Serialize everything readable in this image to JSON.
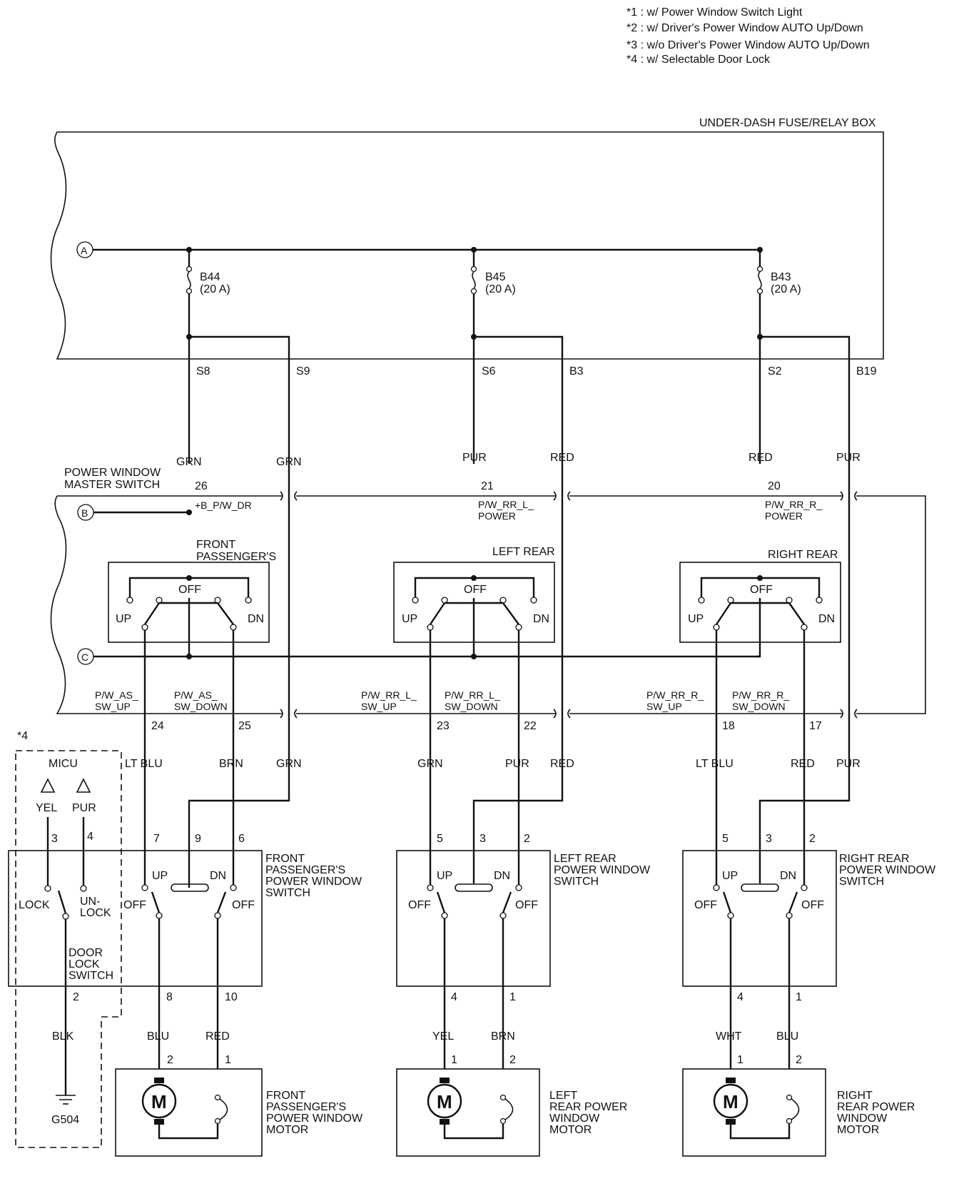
{
  "notes": [
    "*1 : w/ Power Window Switch Light",
    "*2 : w/ Driver's Power Window AUTO Up/Down",
    "*3 : w/o Driver's Power Window AUTO Up/Down",
    "*4 : w/ Selectable Door Lock"
  ],
  "fuse_box": {
    "title": "UNDER-DASH FUSE/RELAY BOX",
    "connector_a": "A",
    "fuses": [
      {
        "id": "B44",
        "rating": "(20 A)"
      },
      {
        "id": "B45",
        "rating": "(20 A)"
      },
      {
        "id": "B43",
        "rating": "(20 A)"
      }
    ],
    "terminals": [
      "S8",
      "S9",
      "S6",
      "B3",
      "S2",
      "B19"
    ]
  },
  "wire_colors_top": [
    "GRN",
    "GRN",
    "PUR",
    "RED",
    "RED",
    "PUR"
  ],
  "master_switch": {
    "title_line1": "POWER WINDOW",
    "title_line2": "MASTER SWITCH",
    "connector_b": "B",
    "connector_c": "C",
    "pins_top": [
      "26",
      "21",
      "20"
    ],
    "power_labels": [
      [
        "+B_P/W_DR"
      ],
      [
        "P/W_RR_L_",
        "POWER"
      ],
      [
        "P/W_RR_R_",
        "POWER"
      ]
    ],
    "sections": [
      "FRONT",
      "PASSENGER'S",
      "LEFT REAR",
      "RIGHT REAR"
    ],
    "sw_labels": {
      "off": "OFF",
      "up": "UP",
      "dn": "DN"
    },
    "signal_labels": [
      [
        "P/W_AS_",
        "SW_UP"
      ],
      [
        "P/W_AS_",
        "SW_DOWN"
      ],
      [
        "P/W_RR_L_",
        "SW_UP"
      ],
      [
        "P/W_RR_L_",
        "SW_DOWN"
      ],
      [
        "P/W_RR_R_",
        "SW_UP"
      ],
      [
        "P/W_RR_R_",
        "SW_DOWN"
      ]
    ],
    "pins_bottom": [
      "24",
      "25",
      "23",
      "22",
      "18",
      "17"
    ]
  },
  "mid_wires": [
    "LT BLU",
    "BRN",
    "GRN",
    "GRN",
    "PUR",
    "RED",
    "LT BLU",
    "RED",
    "PUR"
  ],
  "micu": {
    "note": "*4",
    "title": "MICU",
    "wires": [
      "YEL",
      "PUR"
    ],
    "pins": [
      "3",
      "4"
    ],
    "lock": "LOCK",
    "unlock": [
      "UN-",
      "LOCK"
    ],
    "door_lock": [
      "DOOR",
      "LOCK",
      "SWITCH"
    ],
    "pin_bottom": "2",
    "ground_wire": "BLK",
    "ground": "G504"
  },
  "door_switches": [
    {
      "name": [
        "FRONT",
        "PASSENGER'S",
        "POWER WINDOW",
        "SWITCH"
      ],
      "pins_top": [
        "7",
        "9",
        "6"
      ],
      "pins_bottom": [
        "8",
        "10"
      ],
      "wires_bottom": [
        "BLU",
        "RED"
      ]
    },
    {
      "name": [
        "LEFT REAR",
        "POWER WINDOW",
        "SWITCH"
      ],
      "pins_top": [
        "5",
        "3",
        "2"
      ],
      "pins_bottom": [
        "4",
        "1"
      ],
      "wires_bottom": [
        "YEL",
        "BRN"
      ]
    },
    {
      "name": [
        "RIGHT REAR",
        "POWER WINDOW",
        "SWITCH"
      ],
      "pins_top": [
        "5",
        "3",
        "2"
      ],
      "pins_bottom": [
        "4",
        "1"
      ],
      "wires_bottom": [
        "WHT",
        "BLU"
      ]
    }
  ],
  "door_sw_labels": {
    "up": "UP",
    "dn": "DN",
    "off": "OFF"
  },
  "motors": [
    {
      "name": [
        "FRONT",
        "PASSENGER'S",
        "POWER WINDOW",
        "MOTOR"
      ],
      "pins": [
        "2",
        "1"
      ]
    },
    {
      "name": [
        "LEFT",
        "REAR POWER",
        "WINDOW",
        "MOTOR"
      ],
      "pins": [
        "1",
        "2"
      ]
    },
    {
      "name": [
        "RIGHT",
        "REAR POWER",
        "WINDOW",
        "MOTOR"
      ],
      "pins": [
        "1",
        "2"
      ]
    }
  ],
  "motor_symbol": "M"
}
